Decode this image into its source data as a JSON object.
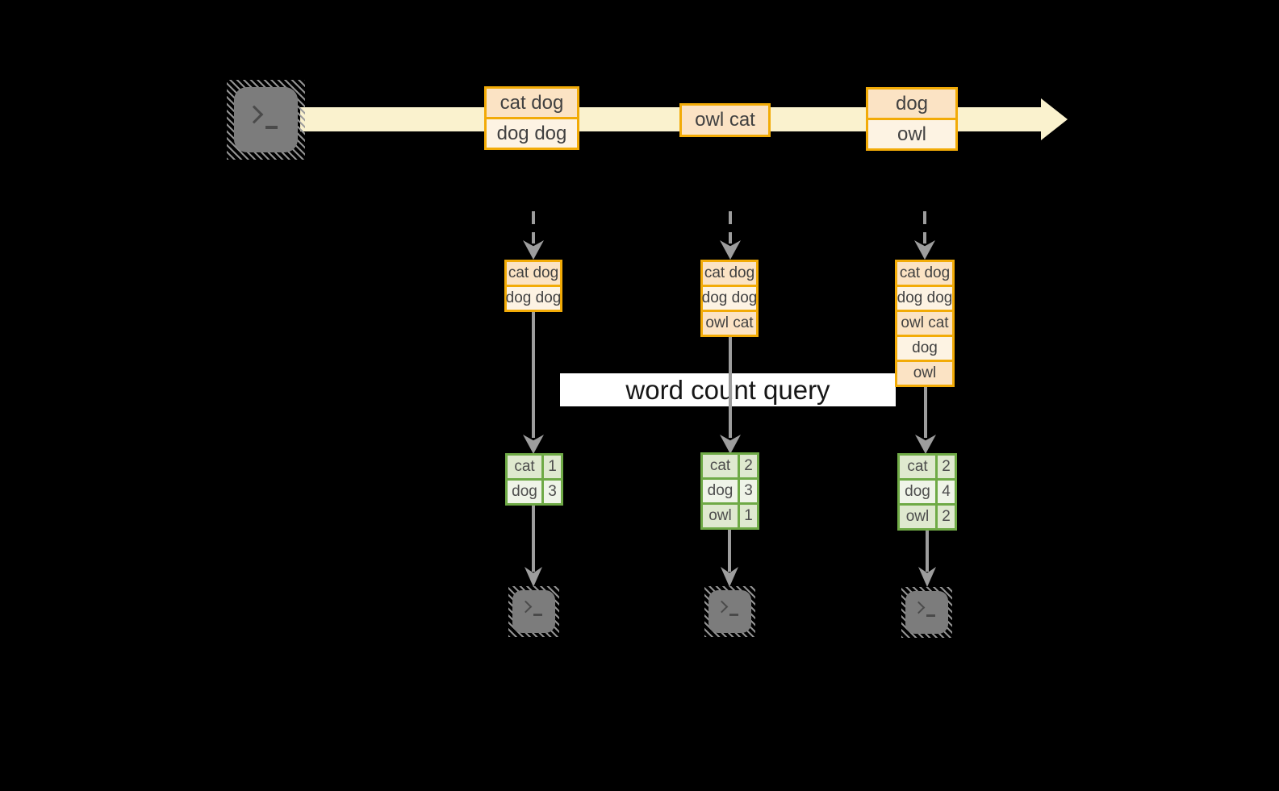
{
  "diagram": {
    "query_label": "word count query",
    "stream_records": [
      {
        "cells": [
          "cat dog",
          "dog dog"
        ]
      },
      {
        "cells": [
          "owl cat"
        ]
      },
      {
        "cells": [
          "dog",
          "owl"
        ]
      }
    ],
    "buffers": [
      {
        "cells": [
          "cat dog",
          "dog dog"
        ]
      },
      {
        "cells": [
          "cat dog",
          "dog dog",
          "owl cat"
        ]
      },
      {
        "cells": [
          "cat dog",
          "dog dog",
          "owl cat",
          "dog",
          "owl"
        ]
      }
    ],
    "count_tables": [
      {
        "rows": [
          {
            "word": "cat",
            "count": "1"
          },
          {
            "word": "dog",
            "count": "3"
          }
        ]
      },
      {
        "rows": [
          {
            "word": "cat",
            "count": "2"
          },
          {
            "word": "dog",
            "count": "3"
          },
          {
            "word": "owl",
            "count": "1"
          }
        ]
      },
      {
        "rows": [
          {
            "word": "cat",
            "count": "2"
          },
          {
            "word": "dog",
            "count": "4"
          },
          {
            "word": "owl",
            "count": "2"
          }
        ]
      }
    ],
    "colors": {
      "orange_border": "#F2AB07",
      "cell_peach": "#FBE3C4",
      "cell_cream": "#FDF3E3",
      "stream_band": "#FAF2CE",
      "green_border": "#6FAA46",
      "green_cell_dark": "#DFE9CF",
      "green_cell_light": "#EFF4E8",
      "arrow_gray": "#9D9D9D",
      "terminal_gray": "#7C7C7C"
    }
  }
}
